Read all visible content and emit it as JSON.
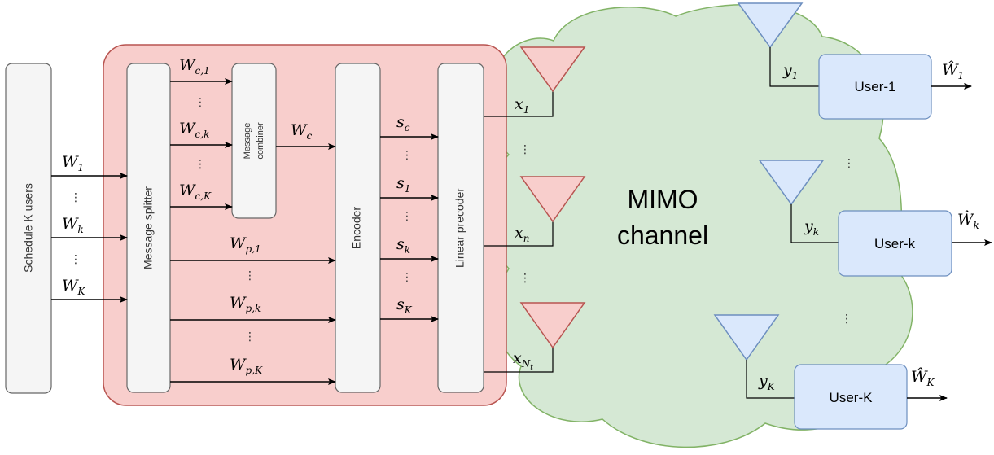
{
  "schedule": {
    "label": "Schedule K users"
  },
  "splitter": {
    "label": "Message splitter"
  },
  "combiner": {
    "line1": "Message",
    "line2": "combiner"
  },
  "encoder": {
    "label": "Encoder"
  },
  "precoder": {
    "label": "Linear precoder"
  },
  "channel": {
    "line1": "MIMO",
    "line2": "channel"
  },
  "users": [
    {
      "label": "User-1",
      "y": "y",
      "y_sub": "1",
      "w": "Ŵ",
      "w_sub": "1"
    },
    {
      "label": "User-k",
      "y": "y",
      "y_sub": "k",
      "w": "Ŵ",
      "w_sub": "k"
    },
    {
      "label": "User-K",
      "y": "y",
      "y_sub": "K",
      "w": "Ŵ",
      "w_sub": "K"
    }
  ],
  "inputs": [
    {
      "base": "W",
      "sub": "1"
    },
    {
      "base": "W",
      "sub": "k"
    },
    {
      "base": "W",
      "sub": "K"
    }
  ],
  "common_parts": [
    {
      "base": "W",
      "sub": "c,1"
    },
    {
      "base": "W",
      "sub": "c,k"
    },
    {
      "base": "W",
      "sub": "c,K"
    }
  ],
  "common_msg": {
    "base": "W",
    "sub": "c"
  },
  "private_parts": [
    {
      "base": "W",
      "sub": "p,1"
    },
    {
      "base": "W",
      "sub": "p,k"
    },
    {
      "base": "W",
      "sub": "p,K"
    }
  ],
  "streams": [
    {
      "base": "s",
      "sub": "c"
    },
    {
      "base": "s",
      "sub": "1"
    },
    {
      "base": "s",
      "sub": "k"
    },
    {
      "base": "s",
      "sub": "K"
    }
  ],
  "tx": [
    {
      "base": "x",
      "sub": "1"
    },
    {
      "base": "x",
      "sub": "n"
    },
    {
      "base": "x",
      "sub": "N",
      "subsub": "t"
    }
  ],
  "ellipsis": "⋮",
  "colors": {
    "tx_region_fill": "#f8cecc",
    "tx_region_stroke": "#b85450",
    "cloud_fill": "#d5e8d4",
    "cloud_stroke": "#82b366",
    "user_fill": "#dae8fc",
    "user_stroke": "#6c8ebf",
    "block_fill": "#f5f5f5"
  }
}
